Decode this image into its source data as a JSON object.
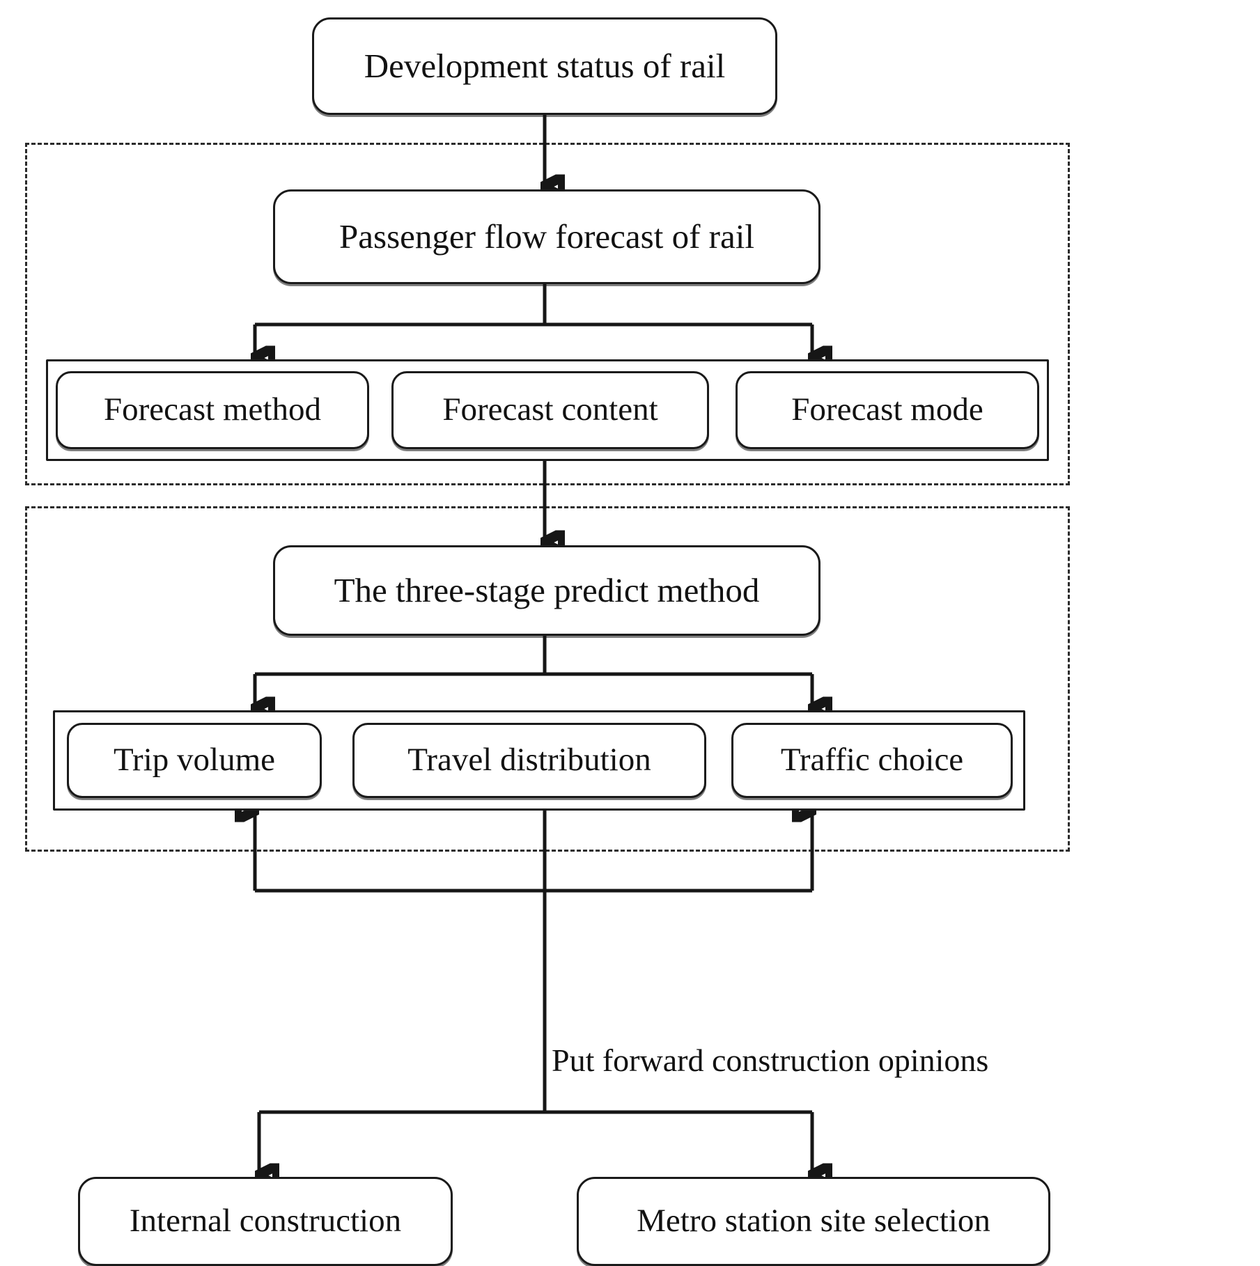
{
  "diagram": {
    "title_node": {
      "label": "Development status of rail"
    },
    "groups": [
      {
        "name": "forecast-group"
      },
      {
        "name": "three-stage-group"
      }
    ],
    "nodes": {
      "development_status": "Development status of rail",
      "passenger_flow": "Passenger flow forecast of rail",
      "forecast_method": "Forecast method",
      "forecast_content": "Forecast content",
      "forecast_mode": "Forecast mode",
      "three_stage": "The three-stage predict method",
      "trip_volume": "Trip volume",
      "travel_distribution": "Travel distribution",
      "traffic_choice": "Traffic choice",
      "internal_construction": "Internal construction",
      "metro_station": "Metro station site selection"
    },
    "edge_labels": {
      "construction_opinions": "Put forward construction opinions"
    },
    "colors": {
      "stroke": "#161616",
      "panel_stroke": "#2b2b2b",
      "background": "#ffffff"
    }
  }
}
